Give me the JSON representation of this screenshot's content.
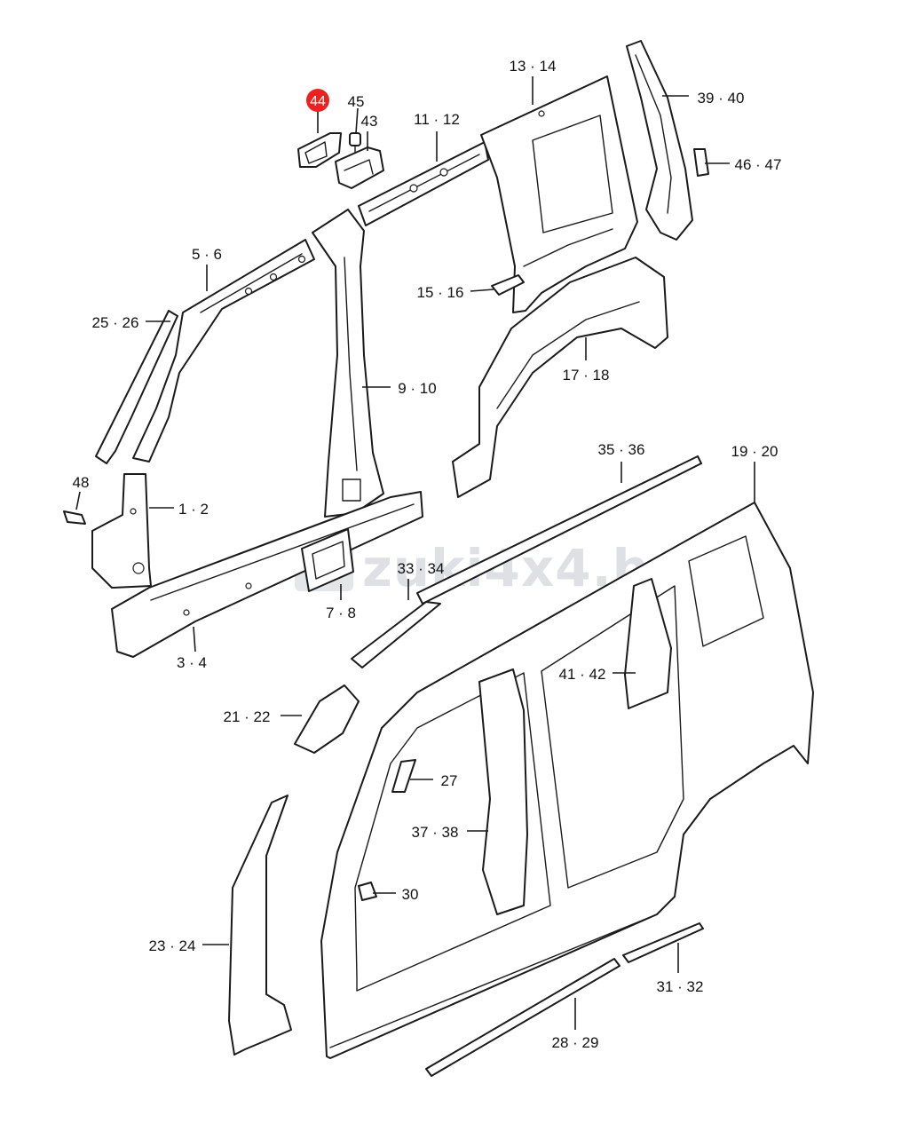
{
  "diagram": {
    "watermark": "zuki4x4.hu",
    "highlight_color": "#ef2020",
    "callouts": [
      {
        "id": "c44",
        "text": "44",
        "highlighted": true
      },
      {
        "id": "c45",
        "text": "45"
      },
      {
        "id": "c43",
        "text": "43"
      },
      {
        "id": "c11",
        "text": "11 · 12"
      },
      {
        "id": "c13",
        "text": "13 · 14"
      },
      {
        "id": "c39",
        "text": "39 · 40"
      },
      {
        "id": "c46",
        "text": "46 · 47"
      },
      {
        "id": "c5",
        "text": "5 · 6"
      },
      {
        "id": "c25",
        "text": "25 · 26"
      },
      {
        "id": "c15",
        "text": "15 · 16"
      },
      {
        "id": "c9",
        "text": "9 · 10"
      },
      {
        "id": "c17",
        "text": "17 · 18"
      },
      {
        "id": "c48",
        "text": "48"
      },
      {
        "id": "c1",
        "text": "1 · 2"
      },
      {
        "id": "c35",
        "text": "35 · 36"
      },
      {
        "id": "c19",
        "text": "19 · 20"
      },
      {
        "id": "c33",
        "text": "33 · 34"
      },
      {
        "id": "c7",
        "text": "7 · 8"
      },
      {
        "id": "c3",
        "text": "3 · 4"
      },
      {
        "id": "c41",
        "text": "41 · 42"
      },
      {
        "id": "c21",
        "text": "21 · 22"
      },
      {
        "id": "c27",
        "text": "27"
      },
      {
        "id": "c37",
        "text": "37 · 38"
      },
      {
        "id": "c30",
        "text": "30"
      },
      {
        "id": "c23",
        "text": "23 · 24"
      },
      {
        "id": "c31",
        "text": "31 · 32"
      },
      {
        "id": "c28",
        "text": "28 · 29"
      }
    ]
  }
}
